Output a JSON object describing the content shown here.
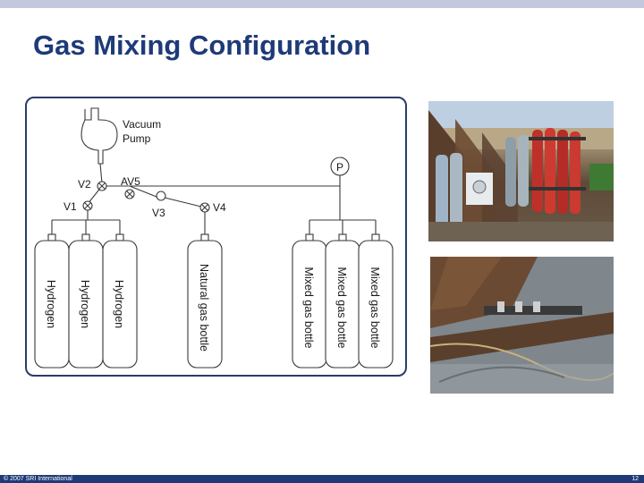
{
  "slide": {
    "title": "Gas Mixing Configuration",
    "footer": "© 2007 SRI International",
    "page_number": "12"
  },
  "colors": {
    "title": "#1e3a78",
    "frame": "#2a3c6a",
    "line": "#3a3a3a",
    "top_bar": "#c3c8dc",
    "footer_bar": "#1e3a78"
  },
  "diagram": {
    "pump_label_1": "Vacuum",
    "pump_label_2": "Pump",
    "gauge_label": "P",
    "valves": {
      "v1": "V1",
      "v2": "V2",
      "v3": "V3",
      "v4": "V4",
      "av5": "AV5"
    },
    "bottles": [
      "Hydrogen",
      "Hydrogen",
      "Hydrogen",
      "Natural gas bottle",
      "Mixed gas bottle",
      "Mixed gas bottle",
      "Mixed gas bottle"
    ]
  }
}
